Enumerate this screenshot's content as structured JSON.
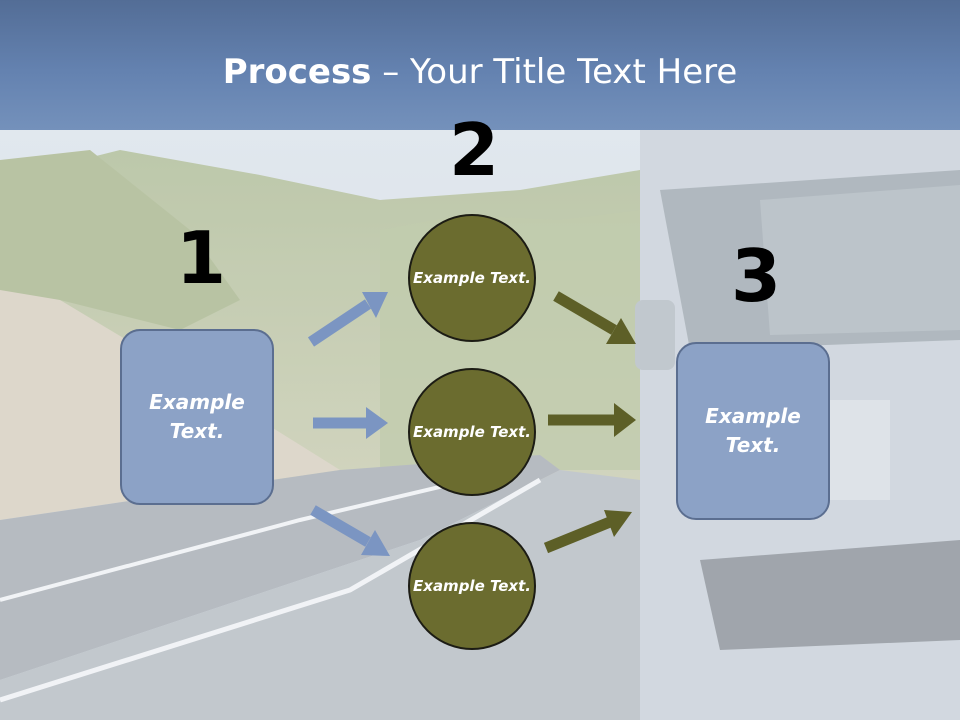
{
  "slide": {
    "title_bold": "Process",
    "title_rest": " – Your Title Text Here",
    "steps": {
      "one": {
        "number": "1",
        "text": "Example Text."
      },
      "two": {
        "number": "2"
      },
      "three": {
        "number": "3",
        "text": "Example Text."
      }
    },
    "circles": [
      {
        "text": "Example Text."
      },
      {
        "text": "Example Text."
      },
      {
        "text": "Example Text."
      }
    ],
    "colors": {
      "box_fill": "#8ca2c6",
      "circle_fill": "#6b6c2f",
      "blue_arrow": "#7b95c2",
      "olive_arrow": "#5d5f27",
      "title_band": "#6482b0"
    }
  }
}
